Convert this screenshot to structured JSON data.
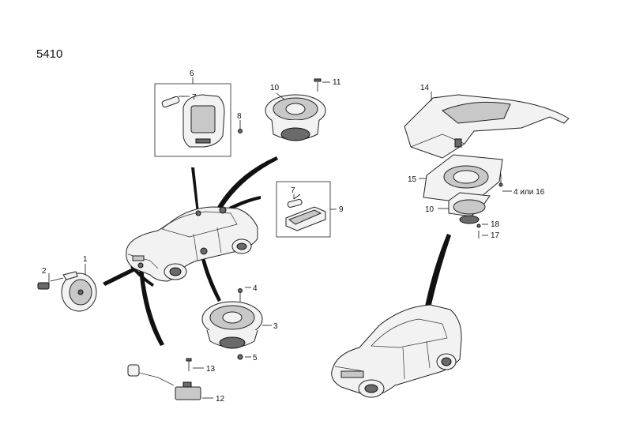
{
  "diagram": {
    "title": "5410"
  },
  "labels": {
    "p1": "1",
    "p2": "2",
    "p3": "3",
    "p4": "4",
    "p5": "5",
    "p6": "6",
    "p7a": "7",
    "p7b": "7",
    "p8": "8",
    "p9": "9",
    "p10a": "10",
    "p10b": "10",
    "p11": "11",
    "p12": "12",
    "p13": "13",
    "p14": "14",
    "p15": "15",
    "p4or16": "4 или 16",
    "p17": "17",
    "p18": "18"
  }
}
